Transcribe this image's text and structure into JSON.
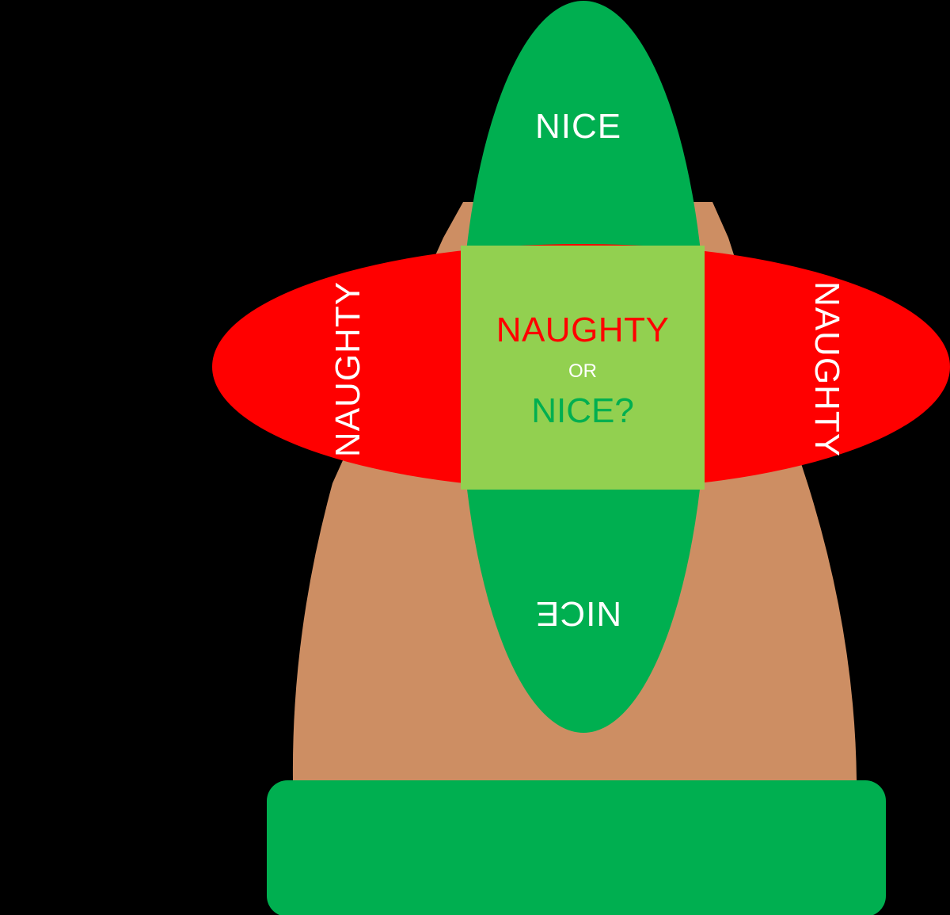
{
  "colors": {
    "background": "#000000",
    "hat_brown": "#CD8E63",
    "nice_green": "#00AF50",
    "naughty_red": "#FF0000",
    "center_light_green": "#92D050",
    "brim_green": "#00AF50",
    "label_white": "#FFFFFF"
  },
  "labels": {
    "top": "NICE",
    "bottom": "NICE",
    "left": "NAUGHTY",
    "right": "NAUGHTY"
  },
  "center": {
    "line1": "NAUGHTY",
    "line2": "OR",
    "line3": "NICE?"
  }
}
